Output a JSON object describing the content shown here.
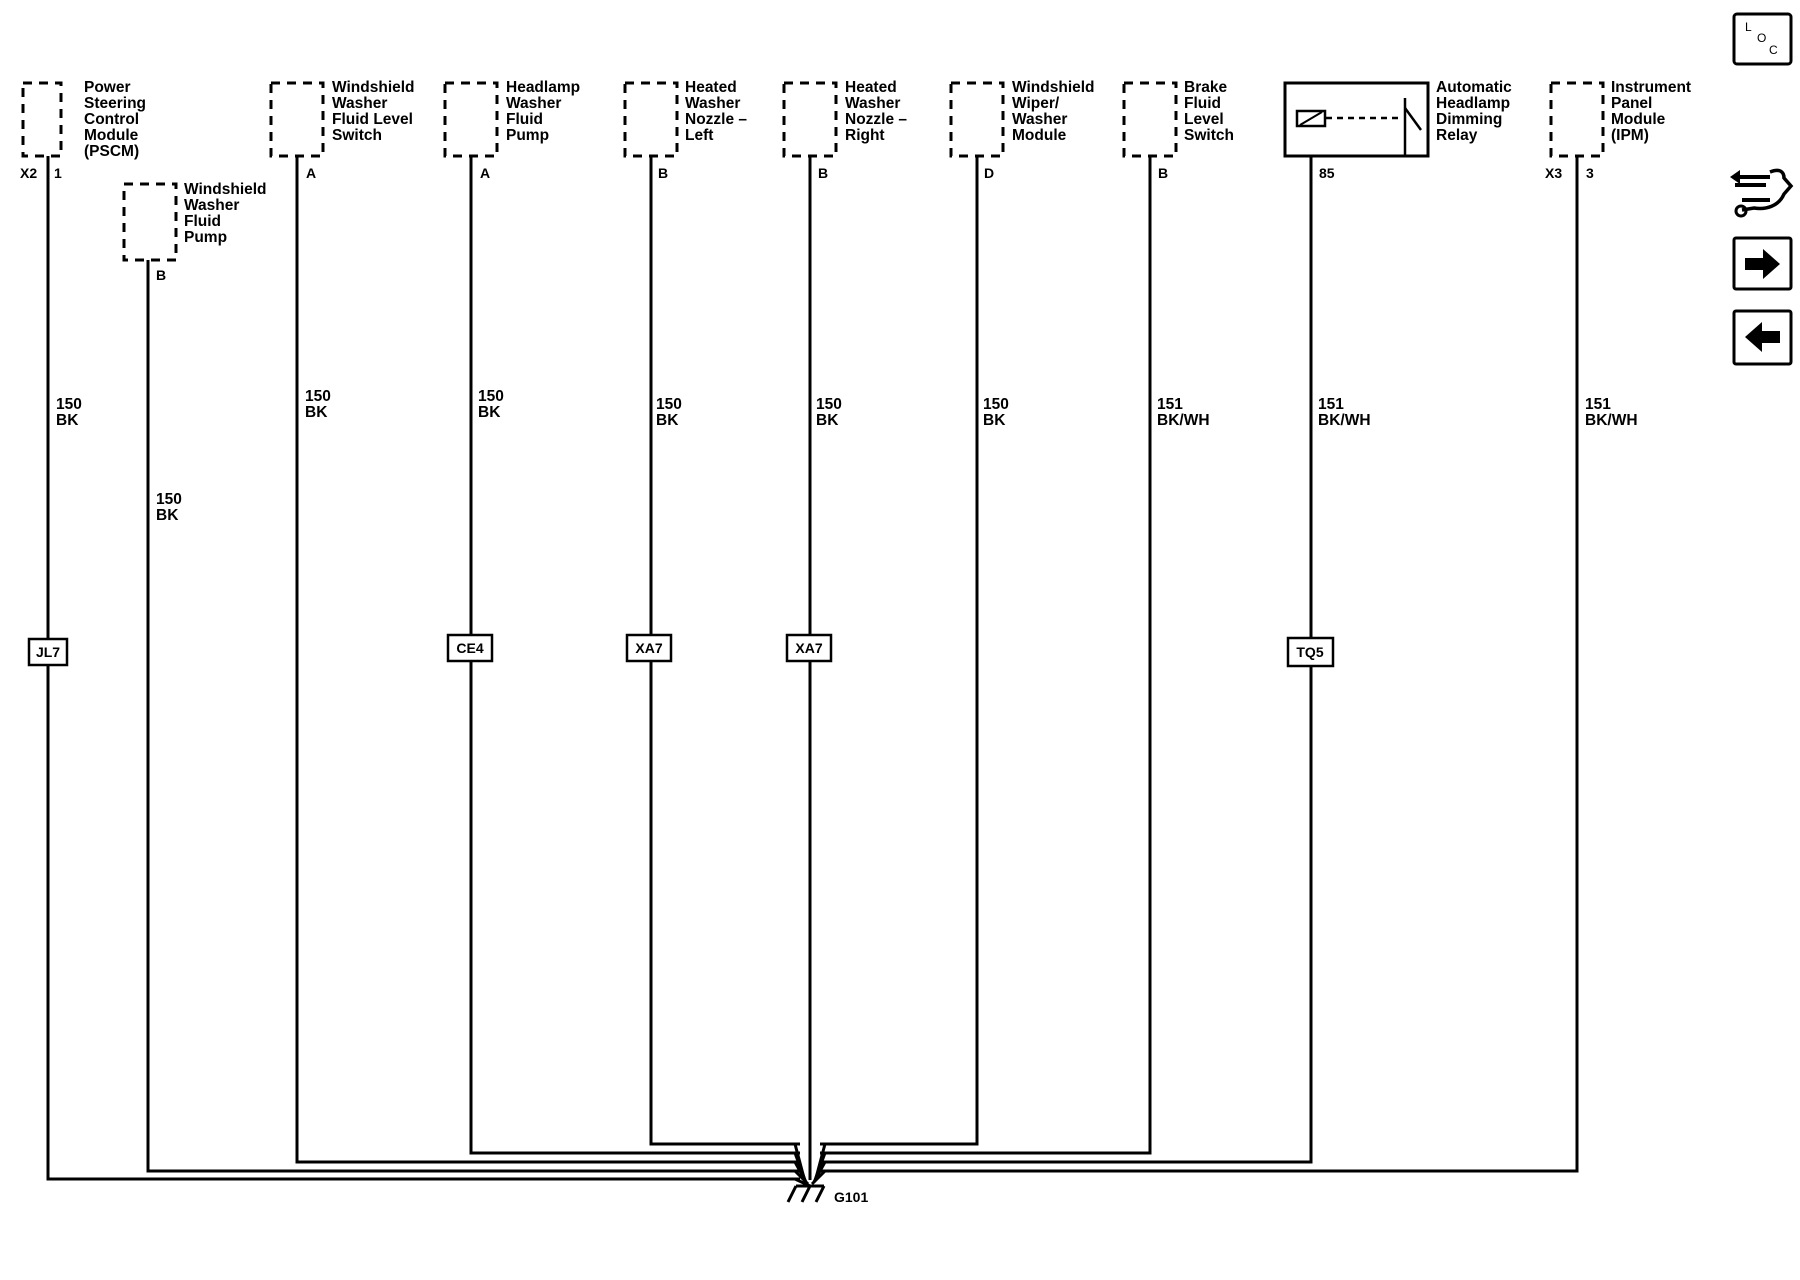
{
  "components": [
    {
      "label": [
        "Power",
        "Steering",
        "Control",
        "Module",
        "(PSCM)"
      ],
      "connector": "X2",
      "pin": "1",
      "circuit": "150",
      "color": "BK",
      "splice": "JL7"
    },
    {
      "label": [
        "Windshield",
        "Washer",
        "Fluid",
        "Pump"
      ],
      "connector": "",
      "pin": "B",
      "circuit": "150",
      "color": "BK",
      "splice": ""
    },
    {
      "label": [
        "Windshield",
        "Washer",
        "Fluid Level",
        "Switch"
      ],
      "connector": "",
      "pin": "A",
      "circuit": "150",
      "color": "BK",
      "splice": ""
    },
    {
      "label": [
        "Headlamp",
        "Washer",
        "Fluid",
        "Pump"
      ],
      "connector": "",
      "pin": "A",
      "circuit": "150",
      "color": "BK",
      "splice": "CE4"
    },
    {
      "label": [
        "Heated",
        "Washer",
        "Nozzle –",
        "Left"
      ],
      "connector": "",
      "pin": "B",
      "circuit": "150",
      "color": "BK",
      "splice": "XA7"
    },
    {
      "label": [
        "Heated",
        "Washer",
        "Nozzle –",
        "Right"
      ],
      "connector": "",
      "pin": "B",
      "circuit": "150",
      "color": "BK",
      "splice": "XA7"
    },
    {
      "label": [
        "Windshield",
        "Wiper/",
        "Washer",
        "Module"
      ],
      "connector": "",
      "pin": "D",
      "circuit": "150",
      "color": "BK",
      "splice": ""
    },
    {
      "label": [
        "Brake",
        "Fluid",
        "Level",
        "Switch"
      ],
      "connector": "",
      "pin": "B",
      "circuit": "151",
      "color": "BK/WH",
      "splice": ""
    },
    {
      "label": [
        "Automatic",
        "Headlamp",
        "Dimming",
        "Relay"
      ],
      "connector": "",
      "pin": "85",
      "circuit": "151",
      "color": "BK/WH",
      "splice": "TQ5"
    },
    {
      "label": [
        "Instrument",
        "Panel",
        "Module",
        "(IPM)"
      ],
      "connector": "X3",
      "pin": "3",
      "circuit": "151",
      "color": "BK/WH",
      "splice": ""
    }
  ],
  "ground": {
    "label": "G101"
  },
  "toolbar": {
    "loc_icon": "loc-icon",
    "loc_letters": [
      "L",
      "O",
      "C"
    ],
    "connector_icon": "connector-icon",
    "next_icon": "arrow-right-icon",
    "prev_icon": "arrow-left-icon"
  }
}
